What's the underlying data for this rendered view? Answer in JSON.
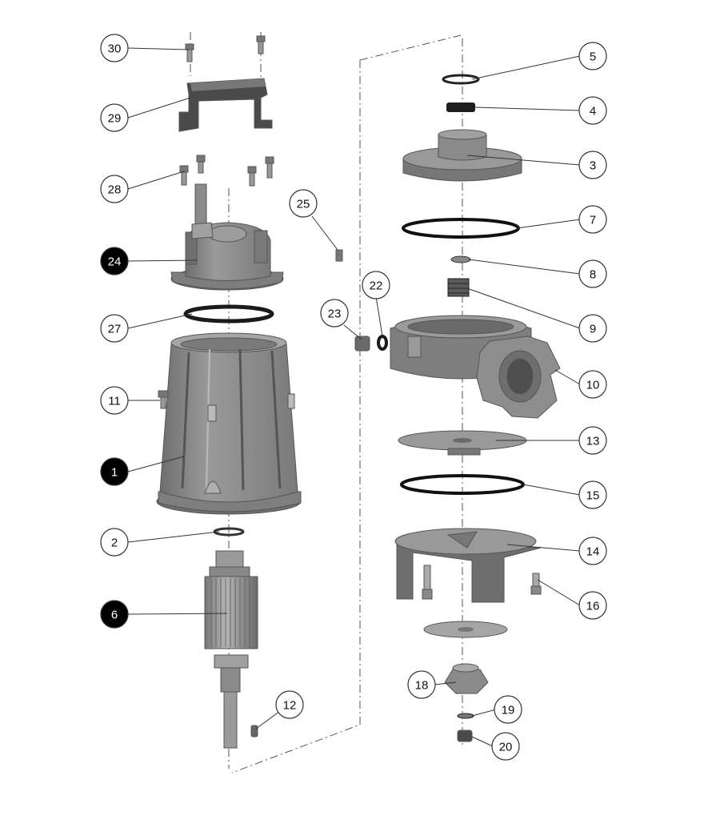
{
  "diagram": {
    "callouts": [
      {
        "label": "30",
        "filled": false
      },
      {
        "label": "29",
        "filled": false
      },
      {
        "label": "28",
        "filled": false
      },
      {
        "label": "24",
        "filled": true
      },
      {
        "label": "27",
        "filled": false
      },
      {
        "label": "11",
        "filled": false
      },
      {
        "label": "1",
        "filled": true
      },
      {
        "label": "2",
        "filled": false
      },
      {
        "label": "6",
        "filled": true
      },
      {
        "label": "12",
        "filled": false
      },
      {
        "label": "25",
        "filled": false
      },
      {
        "label": "23",
        "filled": false
      },
      {
        "label": "22",
        "filled": false
      },
      {
        "label": "5",
        "filled": false
      },
      {
        "label": "4",
        "filled": false
      },
      {
        "label": "3",
        "filled": false
      },
      {
        "label": "7",
        "filled": false
      },
      {
        "label": "8",
        "filled": false
      },
      {
        "label": "9",
        "filled": false
      },
      {
        "label": "10",
        "filled": false
      },
      {
        "label": "13",
        "filled": false
      },
      {
        "label": "15",
        "filled": false
      },
      {
        "label": "14",
        "filled": false
      },
      {
        "label": "16",
        "filled": false
      },
      {
        "label": "18",
        "filled": false
      },
      {
        "label": "19",
        "filled": false
      },
      {
        "label": "20",
        "filled": false
      }
    ],
    "colors": {
      "part_fill": "#8c8c8c",
      "part_light": "#a8a8a8",
      "part_dark": "#5e5e5e",
      "gasket": "#1a1a1a",
      "callout_filled": "#000000",
      "callout_outline": "#333333"
    }
  }
}
